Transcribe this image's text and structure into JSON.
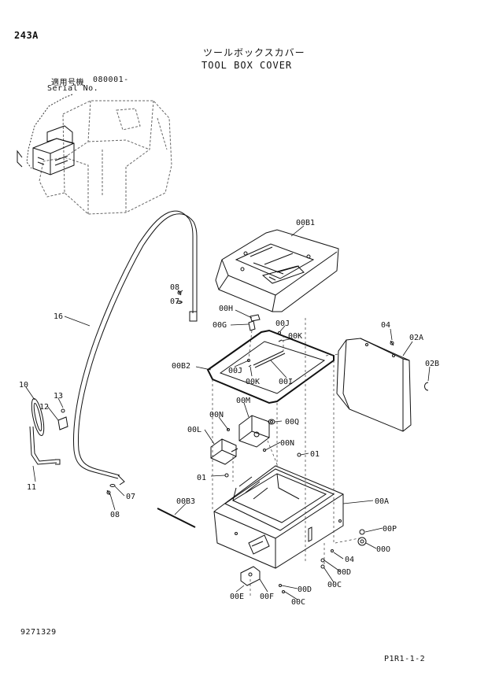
{
  "header": {
    "group_code": "243A",
    "title_jp": "ツールボックスカバー",
    "title_en": "TOOL BOX COVER"
  },
  "serial": {
    "label_jp": "適用号機",
    "number": "080001-",
    "label_en": "Serial No."
  },
  "callouts": {
    "c00B1": "00B1",
    "c08a": "08",
    "c07a": "07",
    "c16": "16",
    "c00H": "00H",
    "c00G": "00G",
    "c00J_top": "00J",
    "c00K_top": "00K",
    "c04_top": "04",
    "c02A": "02A",
    "c02B": "02B",
    "c00B2": "00B2",
    "c00J_low": "00J",
    "c00K_low": "00K",
    "c00I": "00I",
    "c10": "10",
    "c13": "13",
    "c12": "12",
    "c00M": "00M",
    "c00N_top": "00N",
    "c00Q": "00Q",
    "c00L": "00L",
    "c00N_low": "00N",
    "c01_right": "01",
    "c11": "11",
    "c01_left": "01",
    "c07b": "07",
    "c00B3": "00B3",
    "c00A": "00A",
    "c08b": "08",
    "c00P": "00P",
    "c00O": "00O",
    "c04_low": "04",
    "c00D_right": "00D",
    "c00C_right": "00C",
    "c00E": "00E",
    "c00F": "00F",
    "c00D_low": "00D",
    "c00C_low": "00C"
  },
  "footer": {
    "drawing_number": "9271329",
    "page_ref": "P1R1-1-2"
  },
  "colors": {
    "ink": "#111111",
    "background": "#ffffff"
  }
}
